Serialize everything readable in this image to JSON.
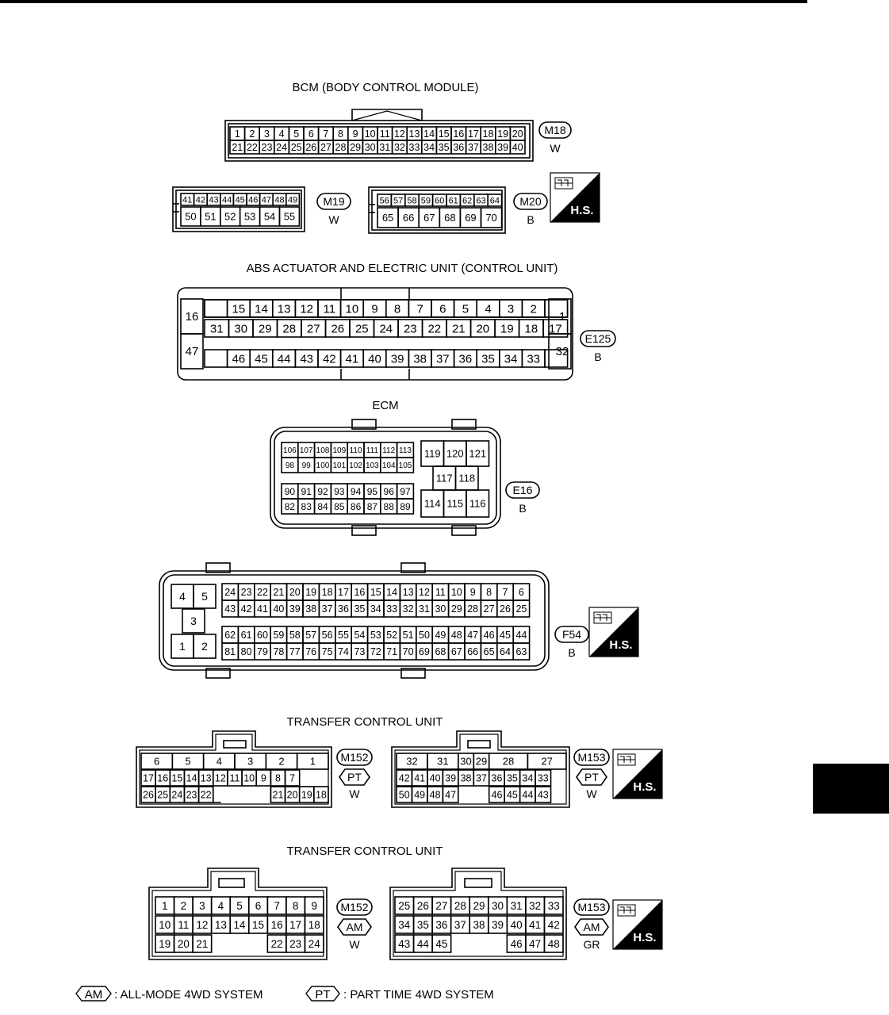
{
  "sections": {
    "bcm_title": "BCM (BODY CONTROL MODULE)",
    "abs_title": "ABS ACTUATOR AND ELECTRIC UNIT (CONTROL UNIT)",
    "ecm_title": "ECM",
    "tcu_title_pt": "TRANSFER CONTROL UNIT",
    "tcu_title_am": "TRANSFER CONTROL UNIT"
  },
  "connectors": {
    "m18": {
      "id": "M18",
      "color": "W"
    },
    "m19": {
      "id": "M19",
      "color": "W"
    },
    "m20": {
      "id": "M20",
      "color": "B"
    },
    "e125": {
      "id": "E125",
      "color": "B"
    },
    "e16": {
      "id": "E16",
      "color": "B"
    },
    "f54": {
      "id": "F54",
      "color": "B"
    },
    "m152_pt": {
      "id": "M152",
      "sys": "PT",
      "color": "W"
    },
    "m153_pt": {
      "id": "M153",
      "sys": "PT",
      "color": "W"
    },
    "m152_am": {
      "id": "M152",
      "sys": "AM",
      "color": "W"
    },
    "m153_am": {
      "id": "M153",
      "sys": "AM",
      "color": "GR"
    }
  },
  "hs_label": "H.S.",
  "legend": {
    "am_code": "AM",
    "am_text": ": ALL-MODE 4WD SYSTEM",
    "pt_code": "PT",
    "pt_text": ": PART TIME 4WD SYSTEM"
  }
}
